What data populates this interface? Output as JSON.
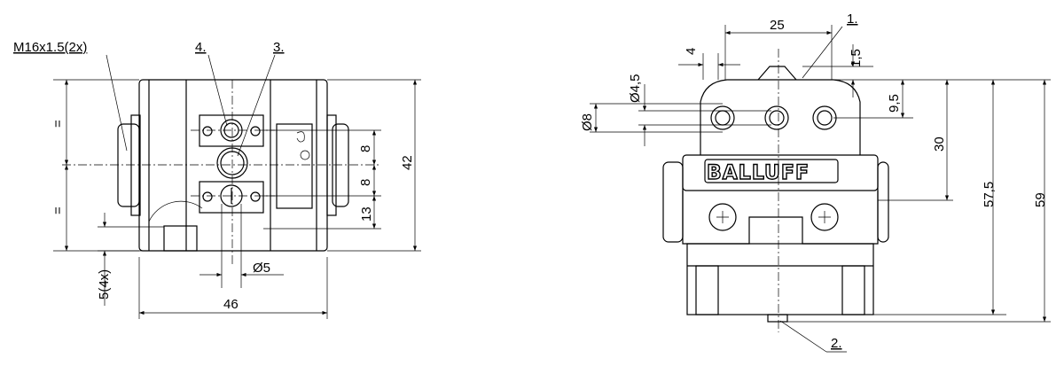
{
  "side_view": {
    "thread_label": "M16x1.5(2x)",
    "callout_4": "4.",
    "callout_3": "3.",
    "eq_top": "=",
    "eq_bottom": "=",
    "dim_8_top": "8",
    "dim_8_bottom": "8",
    "dim_13": "13",
    "dim_42": "42",
    "dim_5_4x": "5(4x)",
    "dim_dia5": "Ø5",
    "dim_46": "46"
  },
  "front_view": {
    "dim_25": "25",
    "callout_1": "1.",
    "dim_4": "4",
    "dim_1_5": "1,5",
    "dim_dia4_5": "Ø4,5",
    "dim_dia8": "Ø8",
    "dim_9_5": "9,5",
    "dim_30": "30",
    "dim_57_5": "57,5",
    "dim_59": "59",
    "callout_2": "2.",
    "brand_logo": "BALLUFF"
  }
}
